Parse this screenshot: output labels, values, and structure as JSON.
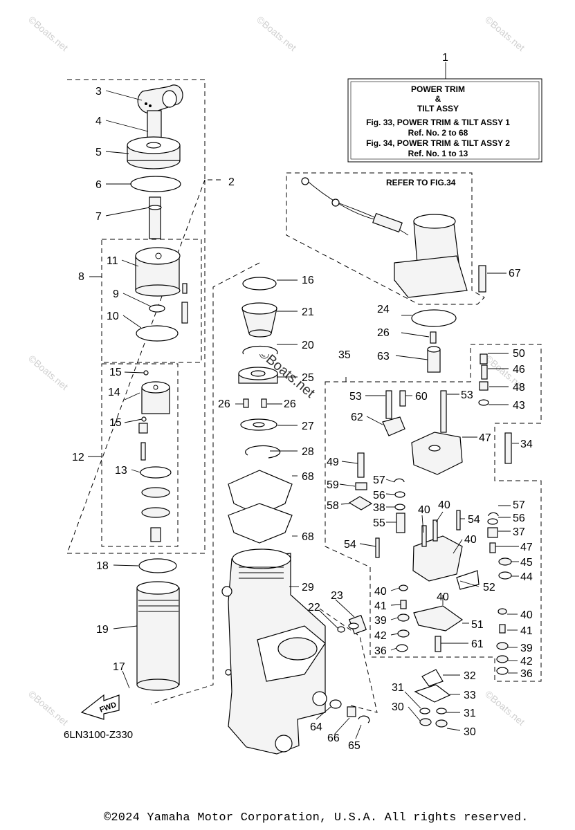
{
  "info_box": {
    "title_line1": "POWER TRIM",
    "title_line2": "&",
    "title_line3": "TILT ASSY",
    "ref_line1": "Fig. 33, POWER TRIM & TILT ASSY 1",
    "ref_line2": "Ref. No. 2 to 68",
    "ref_line3": "Fig. 34, POWER TRIM & TILT ASSY 2",
    "ref_line4": "Ref. No. 1 to 13"
  },
  "refer_label": "REFER TO FIG.34",
  "model_code": "6LN3100-Z330",
  "fwd_label": "FWD",
  "watermark": "©Boats.net",
  "copyright": "©2024 Yamaha Motor Corporation, U.S.A. All rights reserved.",
  "callouts": {
    "c1": "1",
    "c2": "2",
    "c3": "3",
    "c4": "4",
    "c5": "5",
    "c6": "6",
    "c7": "7",
    "c8": "8",
    "c9": "9",
    "c10": "10",
    "c11": "11",
    "c12": "12",
    "c13": "13",
    "c14": "14",
    "c15a": "15",
    "c15b": "15",
    "c16": "16",
    "c17": "17",
    "c18": "18",
    "c19": "19",
    "c20": "20",
    "c21": "21",
    "c22": "22",
    "c23": "23",
    "c24": "24",
    "c25": "25",
    "c26a": "26",
    "c26b": "26",
    "c26c": "26",
    "c27": "27",
    "c28": "28",
    "c29": "29",
    "c30a": "30",
    "c30b": "30",
    "c31a": "31",
    "c31b": "31",
    "c32": "32",
    "c33": "33",
    "c34": "34",
    "c35": "35",
    "c36a": "36",
    "c36b": "36",
    "c37": "37",
    "c38": "38",
    "c39a": "39",
    "c39b": "39",
    "c40a": "40",
    "c40b": "40",
    "c40c": "40",
    "c40d": "40",
    "c40e": "40",
    "c40f": "40",
    "c41a": "41",
    "c41b": "41",
    "c42a": "42",
    "c42b": "42",
    "c43": "43",
    "c44": "44",
    "c45": "45",
    "c46": "46",
    "c47a": "47",
    "c47b": "47",
    "c48": "48",
    "c49": "49",
    "c50": "50",
    "c51": "51",
    "c52": "52",
    "c53a": "53",
    "c53b": "53",
    "c54a": "54",
    "c54b": "54",
    "c55": "55",
    "c56a": "56",
    "c56b": "56",
    "c57a": "57",
    "c57b": "57",
    "c58": "58",
    "c59": "59",
    "c60": "60",
    "c61": "61",
    "c62": "62",
    "c63": "63",
    "c64": "64",
    "c65": "65",
    "c66": "66",
    "c67": "67",
    "c68a": "68",
    "c68b": "68"
  }
}
